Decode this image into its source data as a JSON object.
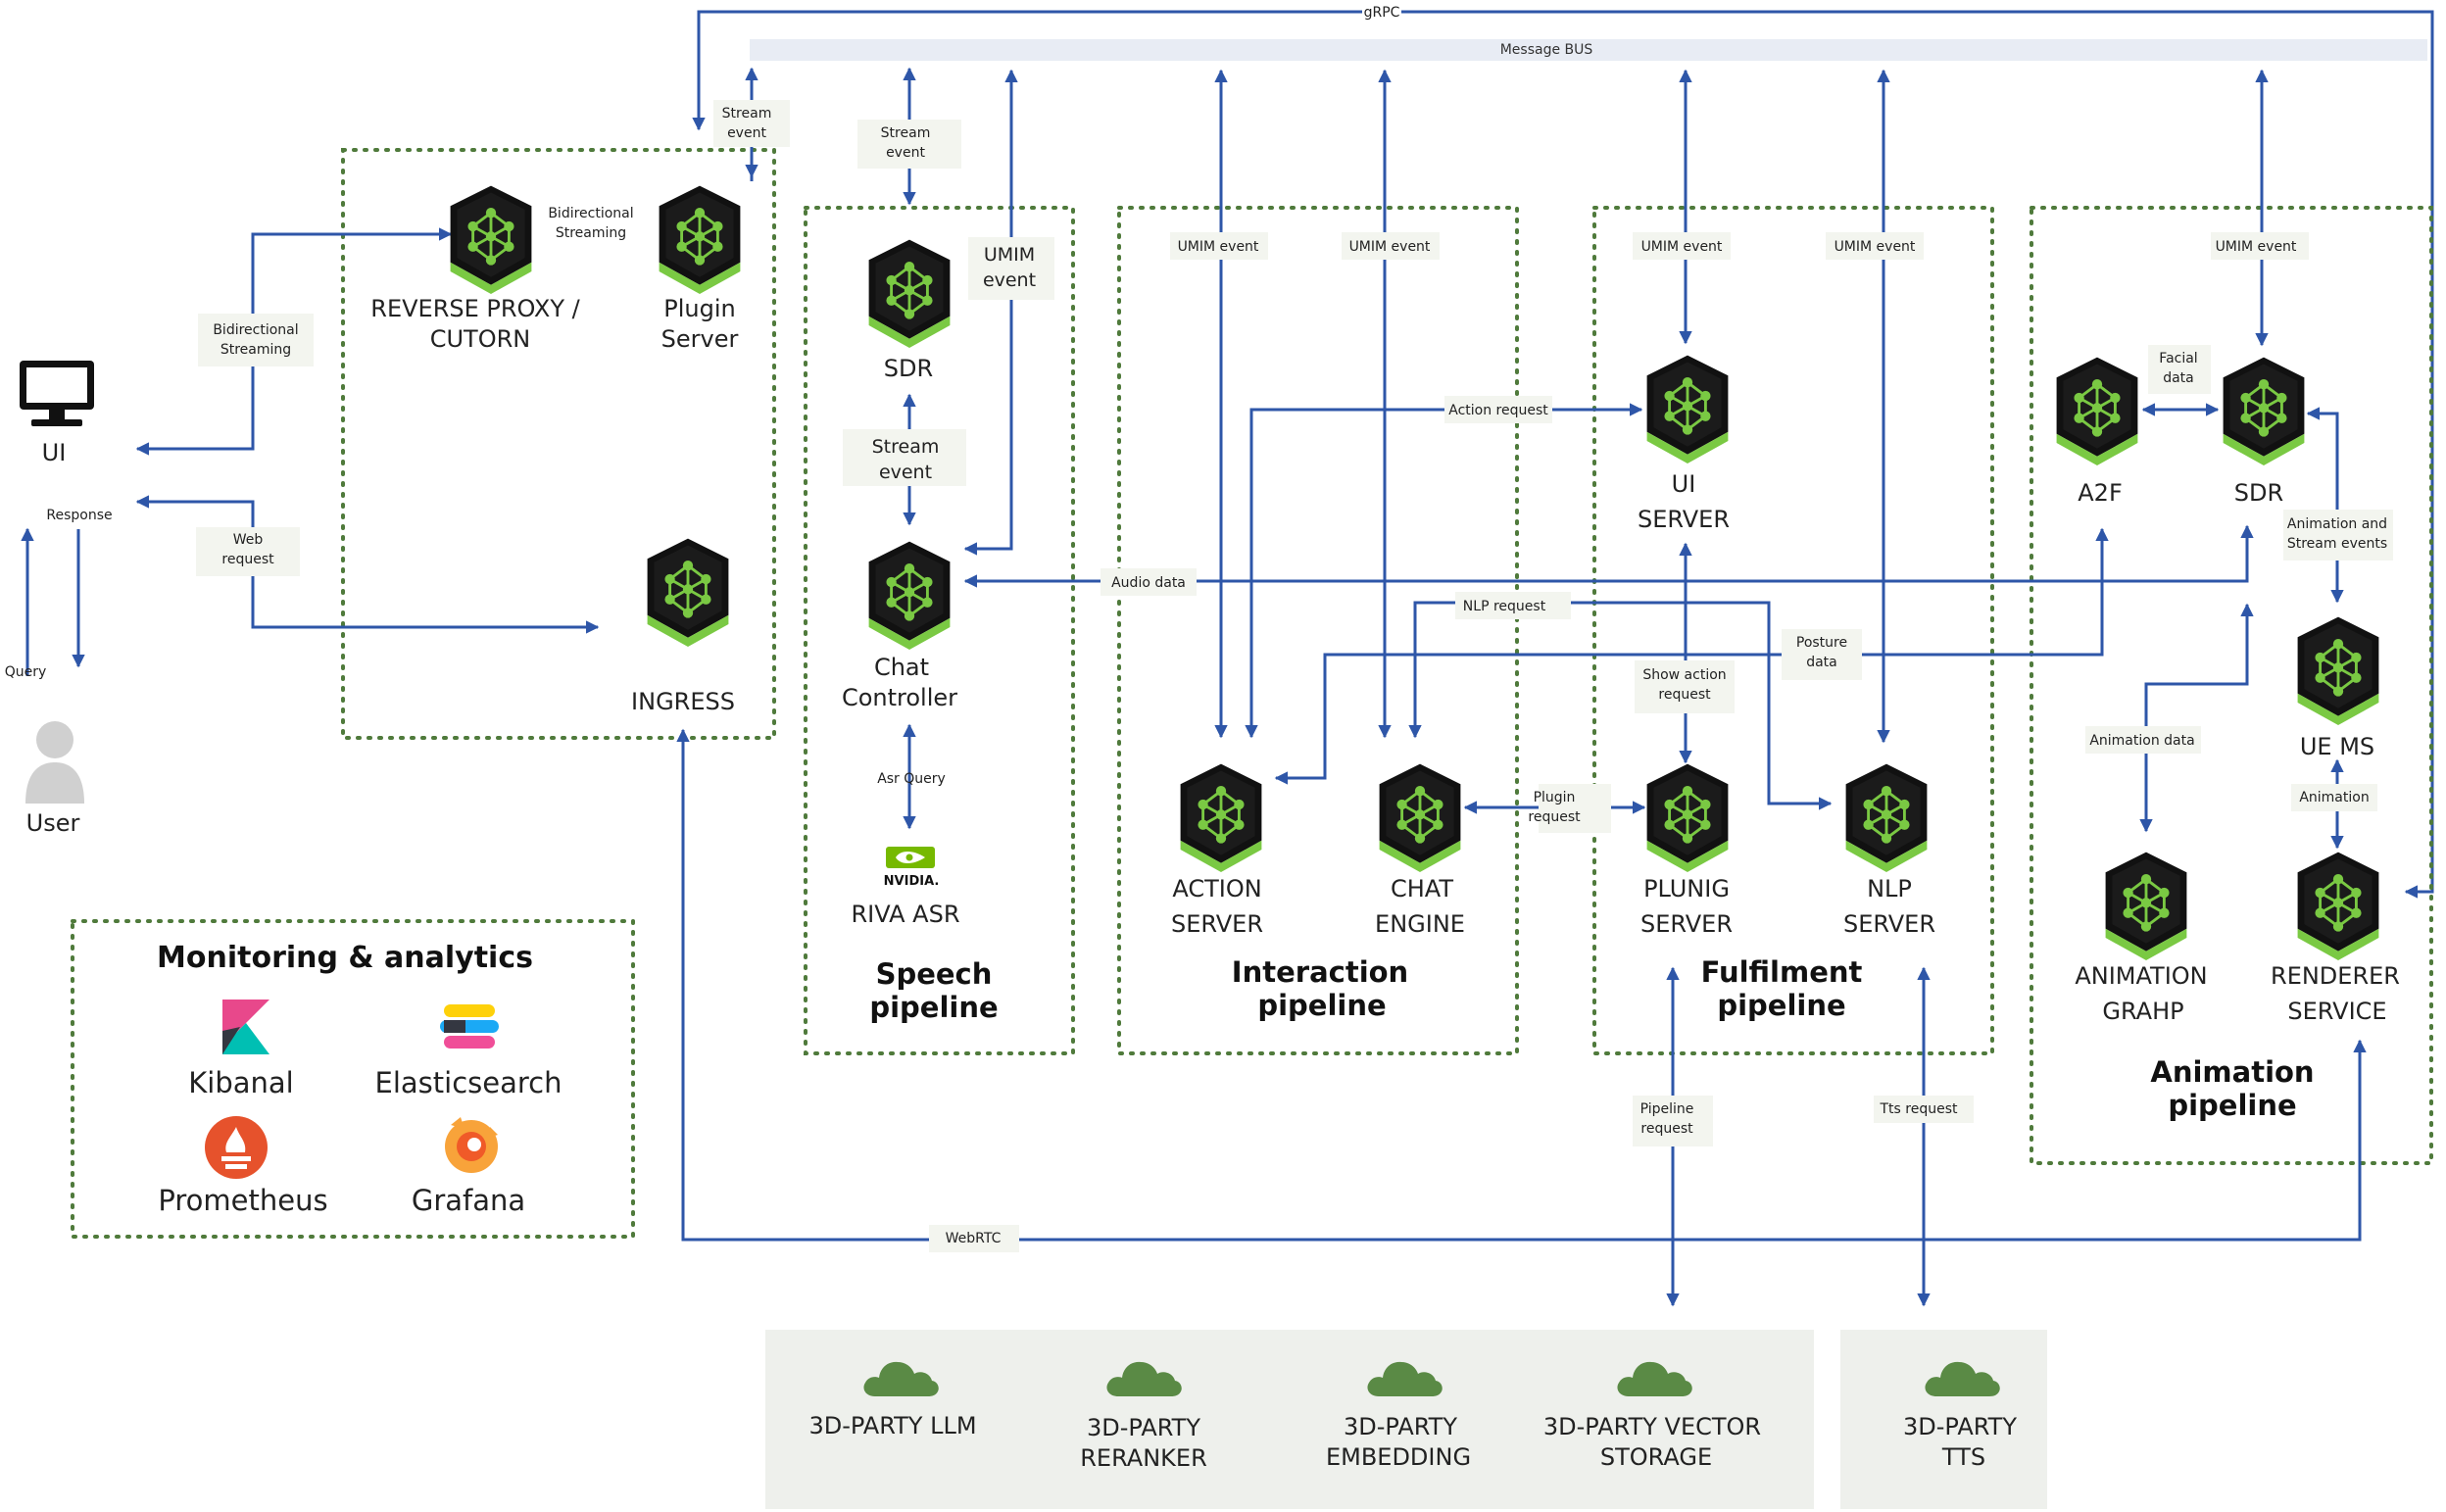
{
  "top": {
    "grpc_label": "gRPC",
    "message_bus_label": "Message BUS"
  },
  "client": {
    "ui_label": "UI",
    "user_label": "User",
    "response_label": "Response",
    "query_label": "Query",
    "bidirectional_streaming_label": [
      "Bidirectional",
      "Streaming"
    ],
    "web_request_label": [
      "Web",
      "request"
    ]
  },
  "gateway": {
    "reverse_proxy": [
      "REVERSE PROXY /",
      "CUTORN"
    ],
    "plugin_server": [
      "Plugin",
      "Server"
    ],
    "ingress": "INGRESS",
    "bidirectional_streaming": [
      "Bidirectional",
      "Streaming"
    ],
    "stream_event": [
      "Stream",
      "event"
    ]
  },
  "speech": {
    "title": [
      "Speech",
      "pipeline"
    ],
    "sdr": "SDR",
    "chat_controller": [
      "Chat",
      "Controller"
    ],
    "riva_asr": "RIVA ASR",
    "nvidia_logo": "NVIDIA.",
    "stream_event_top": [
      "Stream",
      "event"
    ],
    "stream_event_mid": [
      "Stream",
      "event"
    ],
    "umim_event": [
      "UMIM",
      "event"
    ],
    "asr_query": "Asr Query",
    "audio_data": "Audio data"
  },
  "interaction": {
    "title": [
      "Interaction",
      "pipeline"
    ],
    "action_server": [
      "ACTION",
      "SERVER"
    ],
    "chat_engine": [
      "CHAT",
      "ENGINE"
    ],
    "umim_event_1": "UMIM event",
    "umim_event_2": "UMIM event",
    "plugin_request": [
      "Plugin",
      "request"
    ]
  },
  "fulfilment": {
    "title": [
      "Fulfilment",
      "pipeline"
    ],
    "ui_server": [
      "UI",
      "SERVER"
    ],
    "plunig_server": [
      "PLUNIG",
      "SERVER"
    ],
    "nlp_server": [
      "NLP",
      "SERVER"
    ],
    "umim_event_1": "UMIM event",
    "umim_event_2": "UMIM event",
    "action_request": "Action request",
    "nlp_request": "NLP request",
    "show_action_request": [
      "Show action",
      "request"
    ],
    "posture_data": [
      "Posture",
      "data"
    ],
    "pipeline_request": [
      "Pipeline",
      "request"
    ],
    "tts_request": "Tts request"
  },
  "animation": {
    "title": [
      "Animation",
      "pipeline"
    ],
    "a2f": "A2F",
    "sdr": "SDR",
    "ue_ms": "UE MS",
    "animation_graph": [
      "ANIMATION",
      "GRAHP"
    ],
    "renderer_service": [
      "RENDERER",
      "SERVICE"
    ],
    "umim_event": "UMIM event",
    "facial_data": [
      "Facial",
      "data"
    ],
    "animation_stream_events": [
      "Animation and",
      "Stream events"
    ],
    "animation_data": "Animation data",
    "animation": "Animation"
  },
  "webrtc_label": "WebRTC",
  "monitoring": {
    "title": "Monitoring & analytics",
    "tools": [
      "Kibanal",
      "Elasticsearch",
      "Prometheus",
      "Grafana"
    ]
  },
  "third_party": {
    "group1": [
      [
        "3D-PARTY LLM"
      ],
      [
        "3D-PARTY",
        "RERANKER"
      ],
      [
        "3D-PARTY",
        "EMBEDDING"
      ],
      [
        "3D-PARTY VECTOR",
        "STORAGE"
      ]
    ],
    "group2": [
      [
        "3D-PARTY",
        "TTS"
      ]
    ]
  },
  "colors": {
    "arrow": "#2e56a8",
    "dotted_border": "#4f7a3b",
    "node_body": "#111111",
    "node_accent": "#7ac943",
    "cloud": "#5a8a45",
    "panel_bg": "#eef0ec",
    "bus_bg": "#e8ecf4"
  }
}
